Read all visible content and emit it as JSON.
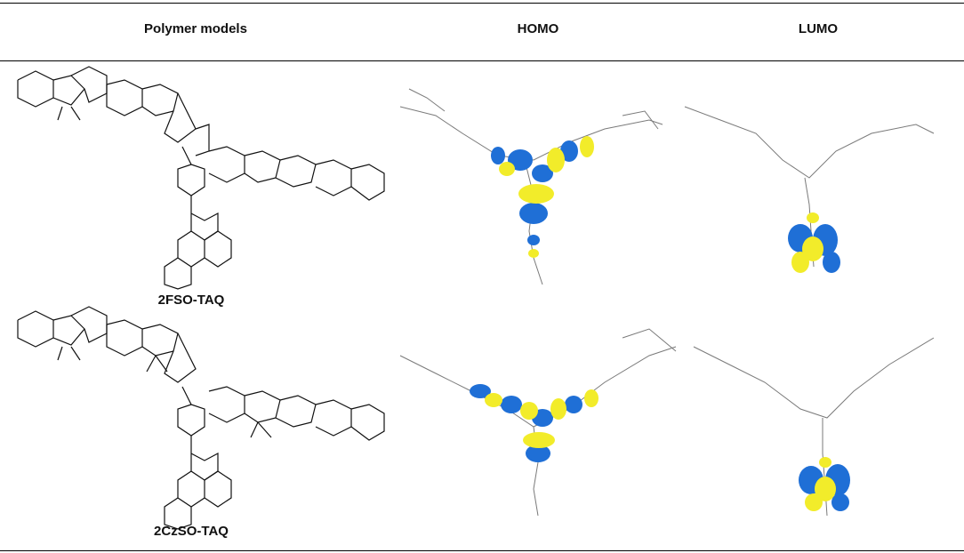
{
  "table": {
    "headers": {
      "models": "Polymer models",
      "homo": "HOMO",
      "lumo": "LUMO"
    },
    "rows": [
      {
        "name": "2FSO-TAQ"
      },
      {
        "name": "2CzSO-TAQ"
      }
    ]
  },
  "colors": {
    "orbital_blue": "#1f6fd6",
    "orbital_yellow": "#f2ec2a",
    "frame_grey": "#7a7a7a"
  },
  "icons": [
    "molecule-structure-icon",
    "orbital-isosurface-icon"
  ]
}
